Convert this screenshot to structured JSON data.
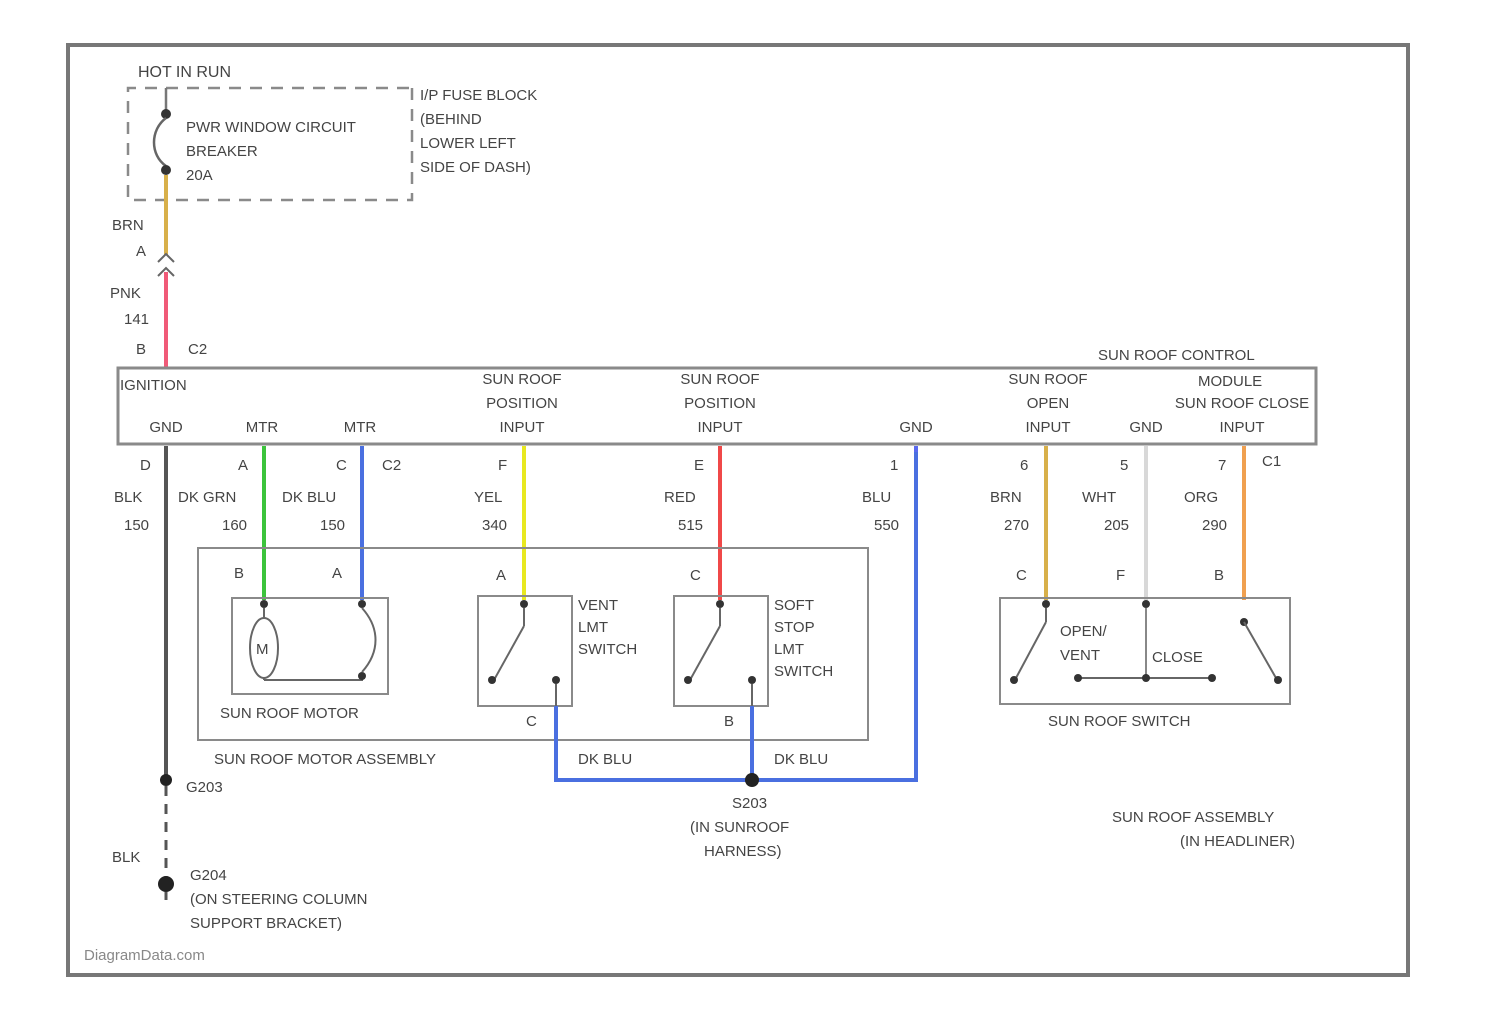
{
  "fuse": {
    "hot_label": "HOT IN RUN",
    "breaker_lines": [
      "PWR WINDOW CIRCUIT",
      "BREAKER",
      "20A"
    ],
    "block_lines": [
      "I/P FUSE BLOCK",
      "(BEHIND",
      "LOWER LEFT",
      "SIDE OF DASH)"
    ]
  },
  "feed": {
    "wire1": {
      "color_label": "BRN",
      "pin": "A"
    },
    "wire2": {
      "color_label": "PNK",
      "circuit": "141",
      "pin": "B",
      "connector": "C2"
    }
  },
  "module": {
    "title_lines": [
      "SUN ROOF CONTROL",
      "MODULE"
    ],
    "ignition_label": "IGNITION",
    "terminals": [
      {
        "lines": [
          "GND"
        ]
      },
      {
        "lines": [
          "MTR"
        ]
      },
      {
        "lines": [
          "MTR"
        ]
      },
      {
        "lines": [
          "SUN ROOF",
          "POSITION",
          "INPUT"
        ]
      },
      {
        "lines": [
          "SUN ROOF",
          "POSITION",
          "INPUT"
        ]
      },
      {
        "lines": [
          "GND"
        ]
      },
      {
        "lines": [
          "SUN ROOF",
          "OPEN",
          "INPUT"
        ]
      },
      {
        "lines": [
          "GND"
        ]
      },
      {
        "lines": [
          "SUN ROOF CLOSE",
          "INPUT"
        ]
      }
    ],
    "connector_c2": "C2",
    "connector_c1": "C1"
  },
  "wires": [
    {
      "pin": "D",
      "color_label": "BLK",
      "circuit": "150",
      "hex": "#555555"
    },
    {
      "pin": "A",
      "color_label": "DK GRN",
      "circuit": "160",
      "hex": "#3cc43c"
    },
    {
      "pin": "C",
      "color_label": "DK BLU",
      "circuit": "150",
      "hex": "#4a6fe0"
    },
    {
      "pin": "F",
      "color_label": "YEL",
      "circuit": "340",
      "hex": "#e8e820"
    },
    {
      "pin": "E",
      "color_label": "RED",
      "circuit": "515",
      "hex": "#f04848"
    },
    {
      "pin": "1",
      "color_label": "BLU",
      "circuit": "550",
      "hex": "#5a6af0"
    },
    {
      "pin": "6",
      "color_label": "BRN",
      "circuit": "270",
      "hex": "#d8b04a"
    },
    {
      "pin": "5",
      "color_label": "WHT",
      "circuit": "205",
      "hex": "#d8d8d8"
    },
    {
      "pin": "7",
      "color_label": "ORG",
      "circuit": "290",
      "hex": "#f0a050"
    }
  ],
  "motor_assembly": {
    "title": "SUN ROOF MOTOR ASSEMBLY",
    "motor_title": "SUN ROOF MOTOR",
    "motor_symbol": "M",
    "motor_pins": [
      "B",
      "A"
    ],
    "vent_switch": {
      "pin_top": "A",
      "pin_bottom": "C",
      "lines": [
        "VENT",
        "LMT",
        "SWITCH"
      ]
    },
    "soft_switch": {
      "pin_top": "C",
      "pin_bottom": "B",
      "lines": [
        "SOFT",
        "STOP",
        "LMT",
        "SWITCH"
      ]
    }
  },
  "sunroof_switch": {
    "title": "SUN ROOF SWITCH",
    "pins": [
      "C",
      "F",
      "B"
    ],
    "open_vent_lines": [
      "OPEN/",
      "VENT"
    ],
    "close_label": "CLOSE"
  },
  "ground_wires": {
    "left_label": "DK BLU",
    "right_label": "DK BLU"
  },
  "splices": {
    "g203": "G203",
    "g204_lines": [
      "G204",
      "(ON STEERING COLUMN",
      "SUPPORT BRACKET)"
    ],
    "blk_label": "BLK",
    "s203_lines": [
      "S203",
      "(IN SUNROOF",
      "HARNESS)"
    ]
  },
  "assembly_note": [
    "SUN ROOF ASSEMBLY",
    "(IN HEADLINER)"
  ],
  "watermark": "DiagramData.com"
}
